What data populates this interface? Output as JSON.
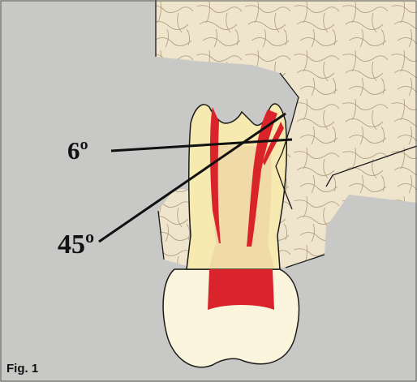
{
  "figure": {
    "caption": "Fig. 1",
    "colors": {
      "background": "#c8c8c6",
      "bone": "#efe4cc",
      "bone_trabeculae": "#b3a186",
      "enamel": "#f6eab0",
      "dentin_root": "#efd7a6",
      "pulp": "#d9242c",
      "crown": "#fbf5dd",
      "outline": "#1a1a1a"
    },
    "icons": [
      "tooth-icon"
    ]
  },
  "annotations": {
    "angle_small": "6º",
    "angle_large": "45º"
  }
}
